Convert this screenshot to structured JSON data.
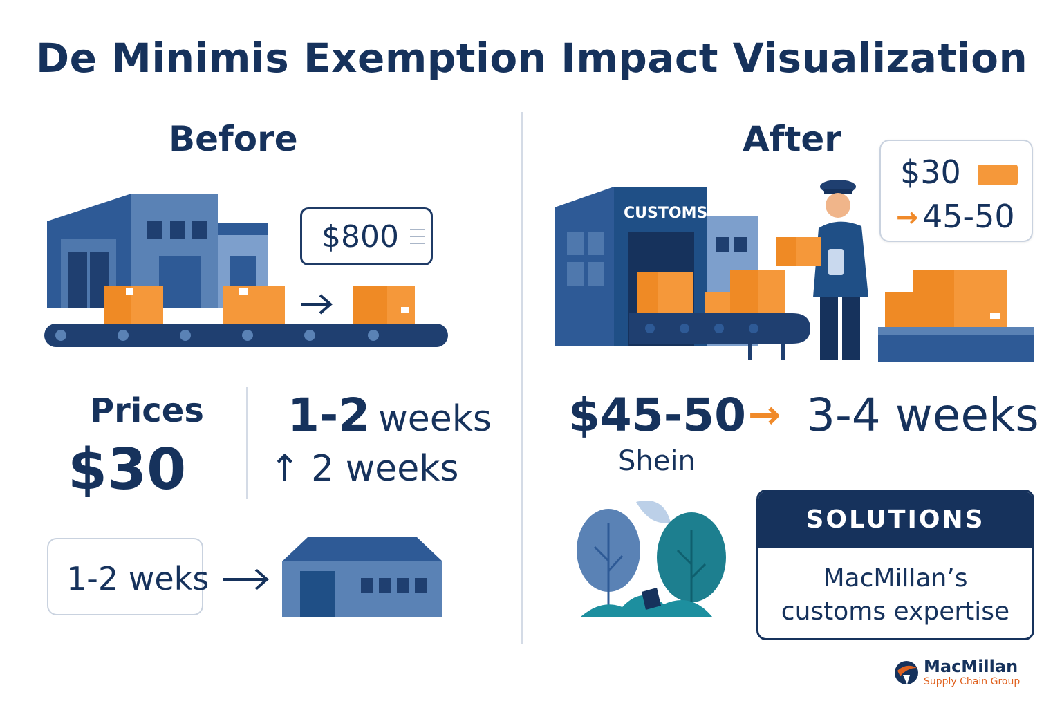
{
  "title": "De Minimis Exemption Impact Visualization",
  "before": {
    "heading": "Before",
    "price_tag": "$800",
    "prices_label": "Prices",
    "prices_value": "$30",
    "weeks_big": "1-2",
    "weeks_unit": "weeks",
    "weeks_up": "↑ 2 weeks",
    "delivery_box": "1-2 weks"
  },
  "after": {
    "heading": "After",
    "customs_sign": "CUSTOMS",
    "tag_old": "$30",
    "tag_new": "45-50",
    "price_range": "$45-50",
    "arrow": "→",
    "weeks": "3-4 weeks",
    "brand_label": "Shein"
  },
  "solutions": {
    "heading": "SOLUTIONS",
    "line1": "MacMillan’s",
    "line2": "customs expertise"
  },
  "brand": {
    "name": "MacMillan",
    "subtitle": "Supply Chain Group"
  },
  "colors": {
    "navy": "#16325c",
    "blue": "#5a82b5",
    "orange": "#f5983a"
  }
}
